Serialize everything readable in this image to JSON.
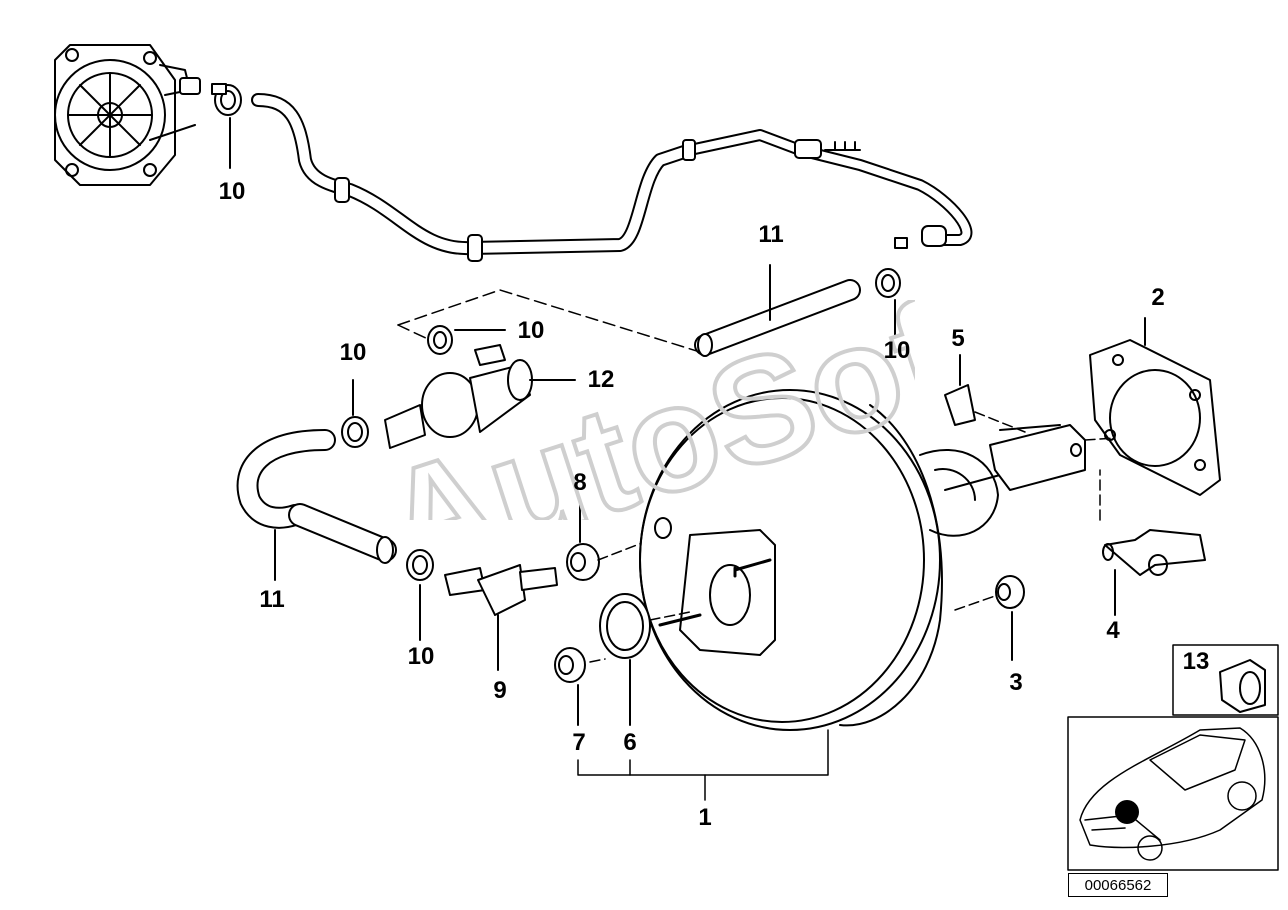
{
  "diagram": {
    "watermark": "AutoSoft",
    "diagram_id": "00066562",
    "callouts": [
      {
        "id": "c-10a",
        "label": "10"
      },
      {
        "id": "c-11a",
        "label": "11"
      },
      {
        "id": "c-10b",
        "label": "10"
      },
      {
        "id": "c-10c",
        "label": "10"
      },
      {
        "id": "c-10d",
        "label": "10"
      },
      {
        "id": "c-12",
        "label": "12"
      },
      {
        "id": "c-5",
        "label": "5"
      },
      {
        "id": "c-2",
        "label": "2"
      },
      {
        "id": "c-8",
        "label": "8"
      },
      {
        "id": "c-11b",
        "label": "11"
      },
      {
        "id": "c-10e",
        "label": "10"
      },
      {
        "id": "c-9",
        "label": "9"
      },
      {
        "id": "c-7",
        "label": "7"
      },
      {
        "id": "c-6",
        "label": "6"
      },
      {
        "id": "c-1",
        "label": "1"
      },
      {
        "id": "c-3",
        "label": "3"
      },
      {
        "id": "c-4",
        "label": "4"
      },
      {
        "id": "c-13",
        "label": "13"
      }
    ]
  },
  "colors": {
    "line": "#000000",
    "background": "#ffffff",
    "watermark": "#d9d9d9"
  }
}
